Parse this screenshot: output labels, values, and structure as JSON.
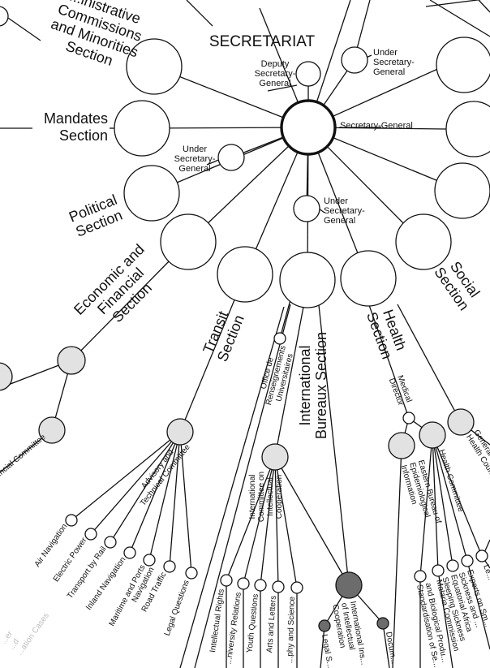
{
  "diagram": {
    "title": "SECRETARIAT",
    "secretary_general": "Secretary-General",
    "deputy": [
      "Deputy",
      "Secretary-",
      "General"
    ],
    "under_secretary": [
      "Under",
      "Secretary-",
      "General"
    ],
    "sections": {
      "admin_commissions": [
        "...inistrative",
        "Commissions",
        "and Minorities",
        "Section"
      ],
      "mandates": [
        "Mandates",
        "Section"
      ],
      "political": [
        "Political",
        "Section"
      ],
      "economic": [
        "Economic and",
        "Financial",
        "Section"
      ],
      "transit": [
        "Transit",
        "Section"
      ],
      "intl_bureaux": [
        "International",
        "Bureaux Section"
      ],
      "health": [
        "Health",
        "Section"
      ],
      "social": [
        "Social",
        "Section"
      ]
    },
    "office_renseignements": [
      "Office de",
      "Renseignements",
      "Universitaires"
    ],
    "financial_committee": "...ncial Committee",
    "transit_items": {
      "advisory": [
        "Advisory and",
        "Technical Committee"
      ],
      "air": "Air Navigation",
      "power": "Electric Power",
      "rail": "Transport by Rail",
      "inland": "Inland Navigation",
      "maritime": [
        "Maritime and Ports",
        "Navigation"
      ],
      "road": "Road Traffic",
      "legal": "Legal Questions"
    },
    "icic": [
      "International",
      "Committee on",
      "Intellectual",
      "Cooperation"
    ],
    "icic_items": {
      "rights": "Intellectual Rights",
      "relations": "...niversity Relations",
      "youth": "Youth Questions",
      "arts": "Arts and Letters",
      "science": "...phy and Science"
    },
    "iiic": [
      "International Ins...",
      "of Intellectual",
      "Cooperation"
    ],
    "iiic_items": {
      "legal": "Legal S...",
      "docs": "Docum..."
    },
    "health_items": {
      "medical": [
        "Medical",
        "Director"
      ],
      "eastern": [
        "Eastern Bureau of",
        "Epidemiological",
        "Information"
      ],
      "committee": "Health Committee",
      "general": [
        "General ...",
        "Health Coun..."
      ],
      "standardisation": [
        "Standardisation of Se...",
        "and Biological Produ..."
      ],
      "malaria": "Malaria Commission",
      "sleeping": [
        "Sleeping Sickness",
        "Equatorial Africa"
      ],
      "experts": [
        "Experts on Sm...",
        "Sickness and ..."
      ],
      "le": "Le..."
    },
    "faint_text": [
      "...er",
      "...d",
      "...ation Cases"
    ]
  }
}
